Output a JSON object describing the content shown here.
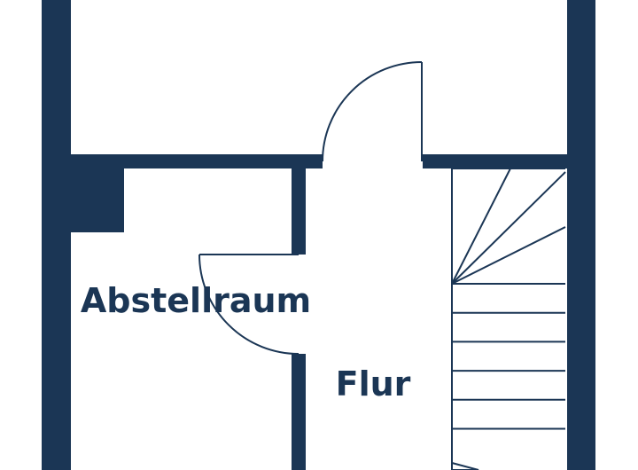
{
  "plan": {
    "colors": {
      "wall": "#1b3655",
      "line": "#1b3655",
      "background": "#ffffff"
    },
    "rooms": [
      {
        "key": "abstellraum",
        "label": "Abstellraum"
      },
      {
        "key": "flur",
        "label": "Flur"
      }
    ],
    "stair": {
      "straight_treads": 6,
      "winder_lines": 3
    }
  }
}
